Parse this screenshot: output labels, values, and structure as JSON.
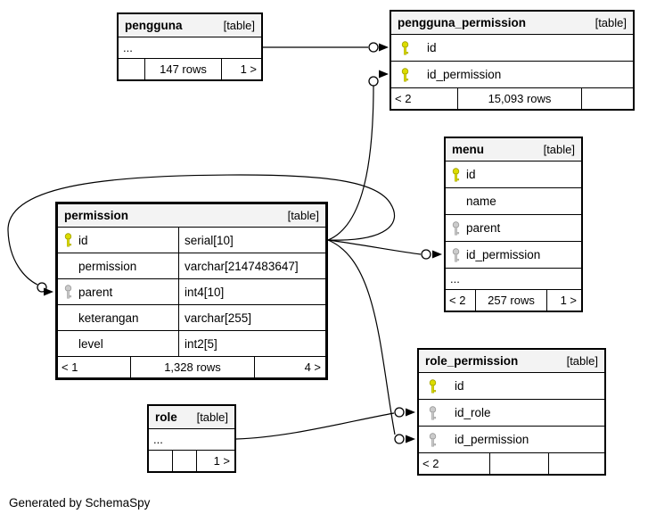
{
  "note": "Generated by SchemaSpy",
  "colors": {
    "primary_key": "#dcdc00",
    "foreign_key": "#c8c8c8",
    "header_bg": "#f3f3f3",
    "border": "#000000"
  },
  "tables": {
    "pengguna": {
      "title": "pengguna",
      "tag": "[table]",
      "ellipsis": "...",
      "footer": {
        "left": "",
        "center": "147 rows",
        "right": "1 >"
      }
    },
    "pengguna_permission": {
      "title": "pengguna_permission",
      "tag": "[table]",
      "columns": [
        {
          "icon": "primary-key",
          "name": "id"
        },
        {
          "icon": "primary-key",
          "name": "id_permission"
        }
      ],
      "footer": {
        "left": "< 2",
        "center": "15,093 rows",
        "right": ""
      }
    },
    "menu": {
      "title": "menu",
      "tag": "[table]",
      "columns": [
        {
          "icon": "primary-key",
          "name": "id"
        },
        {
          "icon": "",
          "name": "name"
        },
        {
          "icon": "foreign-key",
          "name": "parent"
        },
        {
          "icon": "foreign-key",
          "name": "id_permission"
        }
      ],
      "ellipsis": "...",
      "footer": {
        "left": "< 2",
        "center": "257 rows",
        "right": "1 >"
      }
    },
    "permission": {
      "title": "permission",
      "tag": "[table]",
      "columns": [
        {
          "icon": "primary-key",
          "name": "id",
          "type": "serial[10]"
        },
        {
          "icon": "",
          "name": "permission",
          "type": "varchar[2147483647]"
        },
        {
          "icon": "foreign-key",
          "name": "parent",
          "type": "int4[10]"
        },
        {
          "icon": "",
          "name": "keterangan",
          "type": "varchar[255]"
        },
        {
          "icon": "",
          "name": "level",
          "type": "int2[5]"
        }
      ],
      "footer": {
        "left": "< 1",
        "center": "1,328 rows",
        "right": "4 >"
      }
    },
    "role_permission": {
      "title": "role_permission",
      "tag": "[table]",
      "columns": [
        {
          "icon": "primary-key",
          "name": "id"
        },
        {
          "icon": "foreign-key",
          "name": "id_role"
        },
        {
          "icon": "foreign-key",
          "name": "id_permission"
        }
      ],
      "footer": {
        "left": "< 2",
        "center": "",
        "right": ""
      }
    },
    "role": {
      "title": "role",
      "tag": "[table]",
      "ellipsis": "...",
      "footer": {
        "left": "",
        "center": "",
        "right": "1 >"
      }
    }
  },
  "relationships": [
    {
      "from": "pengguna",
      "to": "pengguna_permission.id"
    },
    {
      "from": "permission.id",
      "to": "pengguna_permission.id_permission"
    },
    {
      "from": "permission.id",
      "to": "menu.id_permission"
    },
    {
      "from": "permission.id",
      "to": "role_permission.id_permission"
    },
    {
      "from": "permission.id",
      "to": "permission.parent"
    },
    {
      "from": "role",
      "to": "role_permission.id_role"
    }
  ]
}
